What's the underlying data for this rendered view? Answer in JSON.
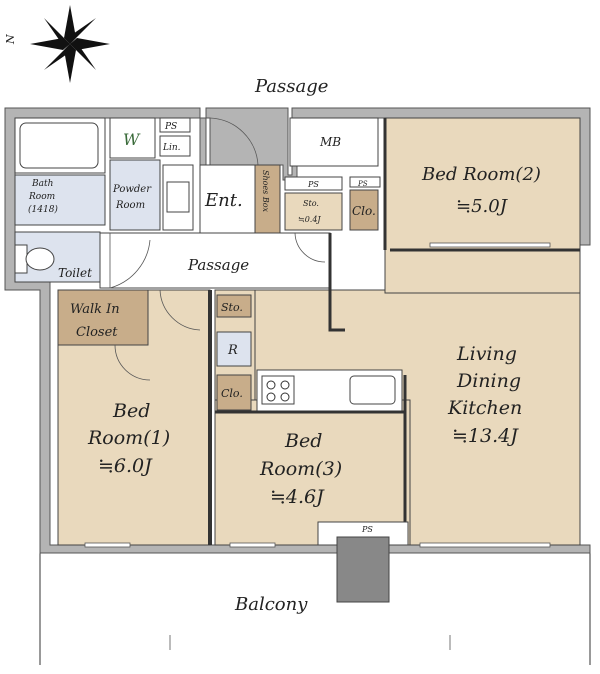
{
  "compass": {
    "north_label": "N"
  },
  "labels": {
    "passage_top": "Passage",
    "mb": "MB",
    "bedroom2_name": "Bed Room(2)",
    "bedroom2_size": "≒5.0J",
    "washer": "W",
    "ps_bath": "PS",
    "linen": "Lin.",
    "bath_line1": "Bath",
    "bath_line2": "Room",
    "bath_line3": "(1418)",
    "powder_line1": "Powder",
    "powder_line2": "Room",
    "entrance": "Ent.",
    "shoes_box": "Shoes Box",
    "ps_entry": "PS",
    "storage_small": "Sto.",
    "storage_small_size": "≒0.4J",
    "ps_small": "PS",
    "closet_bed2": "Clo.",
    "toilet": "Toilet",
    "passage_inner": "Passage",
    "walkin_line1": "Walk In",
    "walkin_line2": "Closet",
    "storage_hall": "Sto.",
    "fridge": "R",
    "closet_bed3": "Clo.",
    "ldk_line1": "Living",
    "ldk_line2": "Dining",
    "ldk_line3": "Kitchen",
    "ldk_size": "≒13.4J",
    "bedroom1_line1": "Bed",
    "bedroom1_line2": "Room(1)",
    "bedroom1_size": "≒6.0J",
    "bedroom3_line1": "Bed",
    "bedroom3_line2": "Room(3)",
    "bedroom3_size": "≒4.6J",
    "ps_balcony": "PS",
    "balcony": "Balcony"
  }
}
